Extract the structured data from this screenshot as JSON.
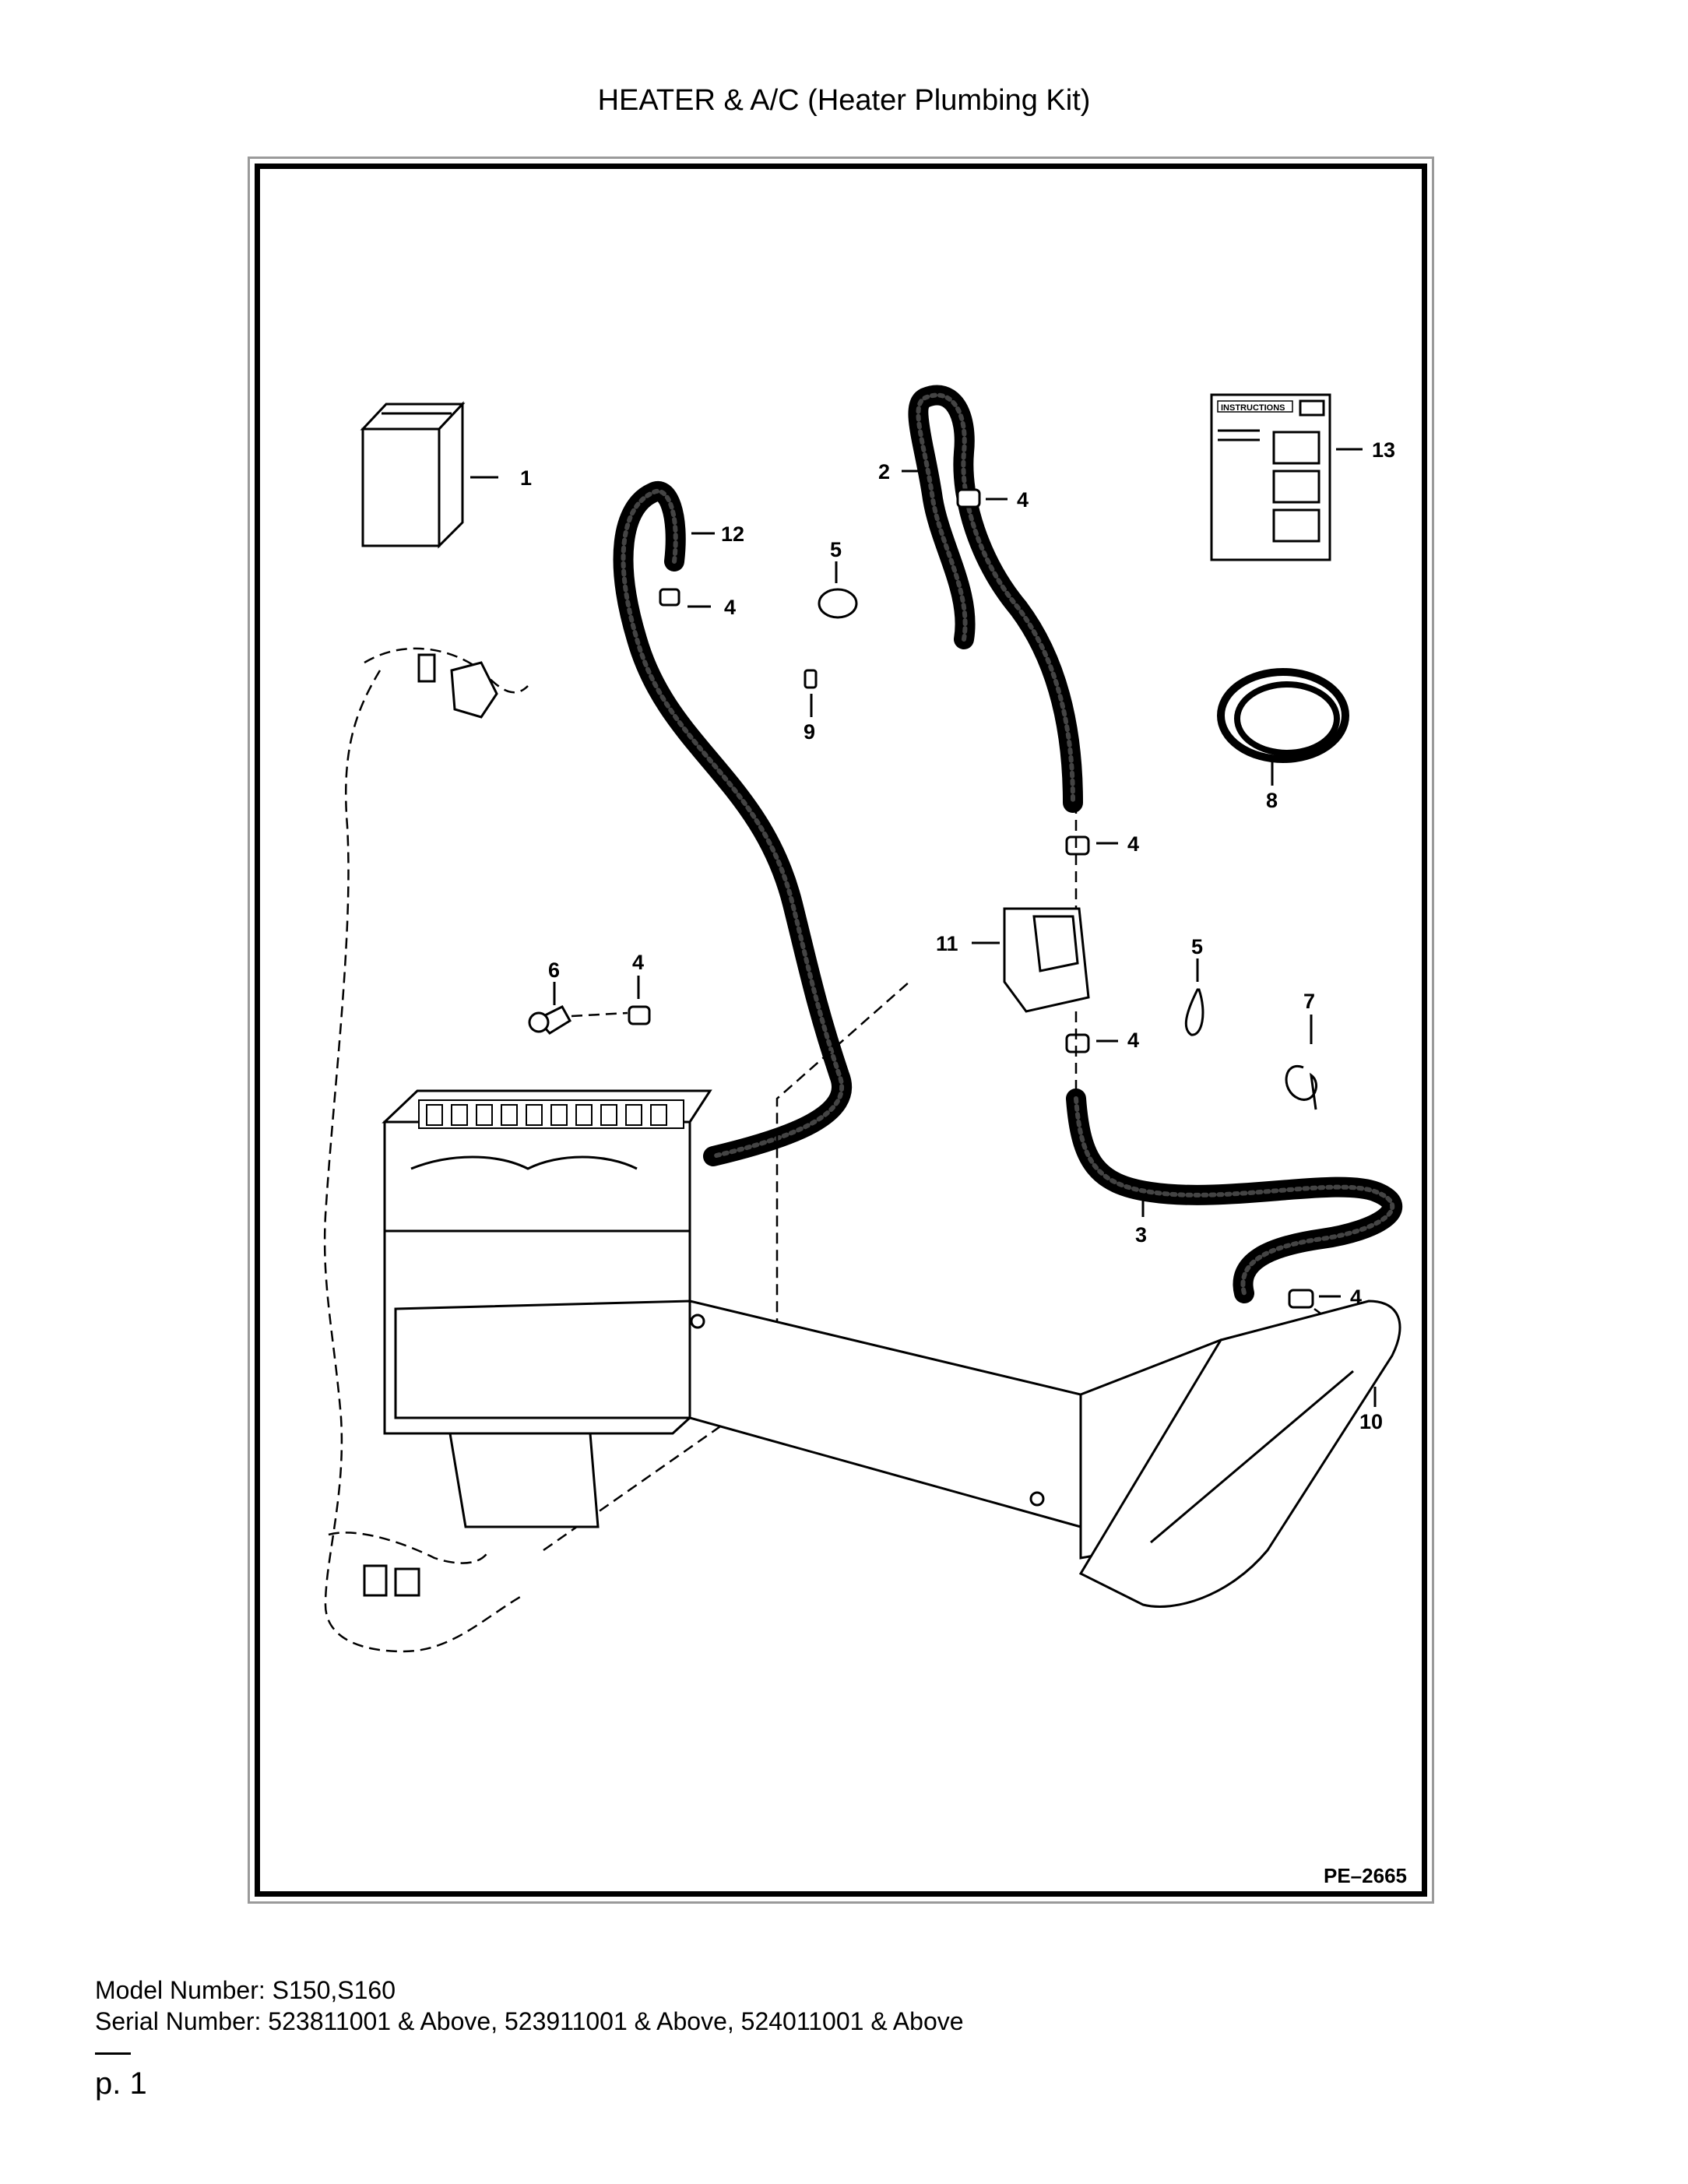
{
  "title": "HEATER & A/C (Heater Plumbing Kit)",
  "diagram": {
    "doc_id": "PE–2665",
    "callouts": [
      "1",
      "2",
      "3",
      "4",
      "5",
      "6",
      "7",
      "8",
      "9",
      "10",
      "11",
      "12",
      "13"
    ],
    "instructions_label": "INSTRUCTIONS"
  },
  "model": "Model Number: S150,S160",
  "serial": "Serial Number: 523811001 & Above, 523911001 & Above, 524011001 & Above",
  "page": "p. 1"
}
